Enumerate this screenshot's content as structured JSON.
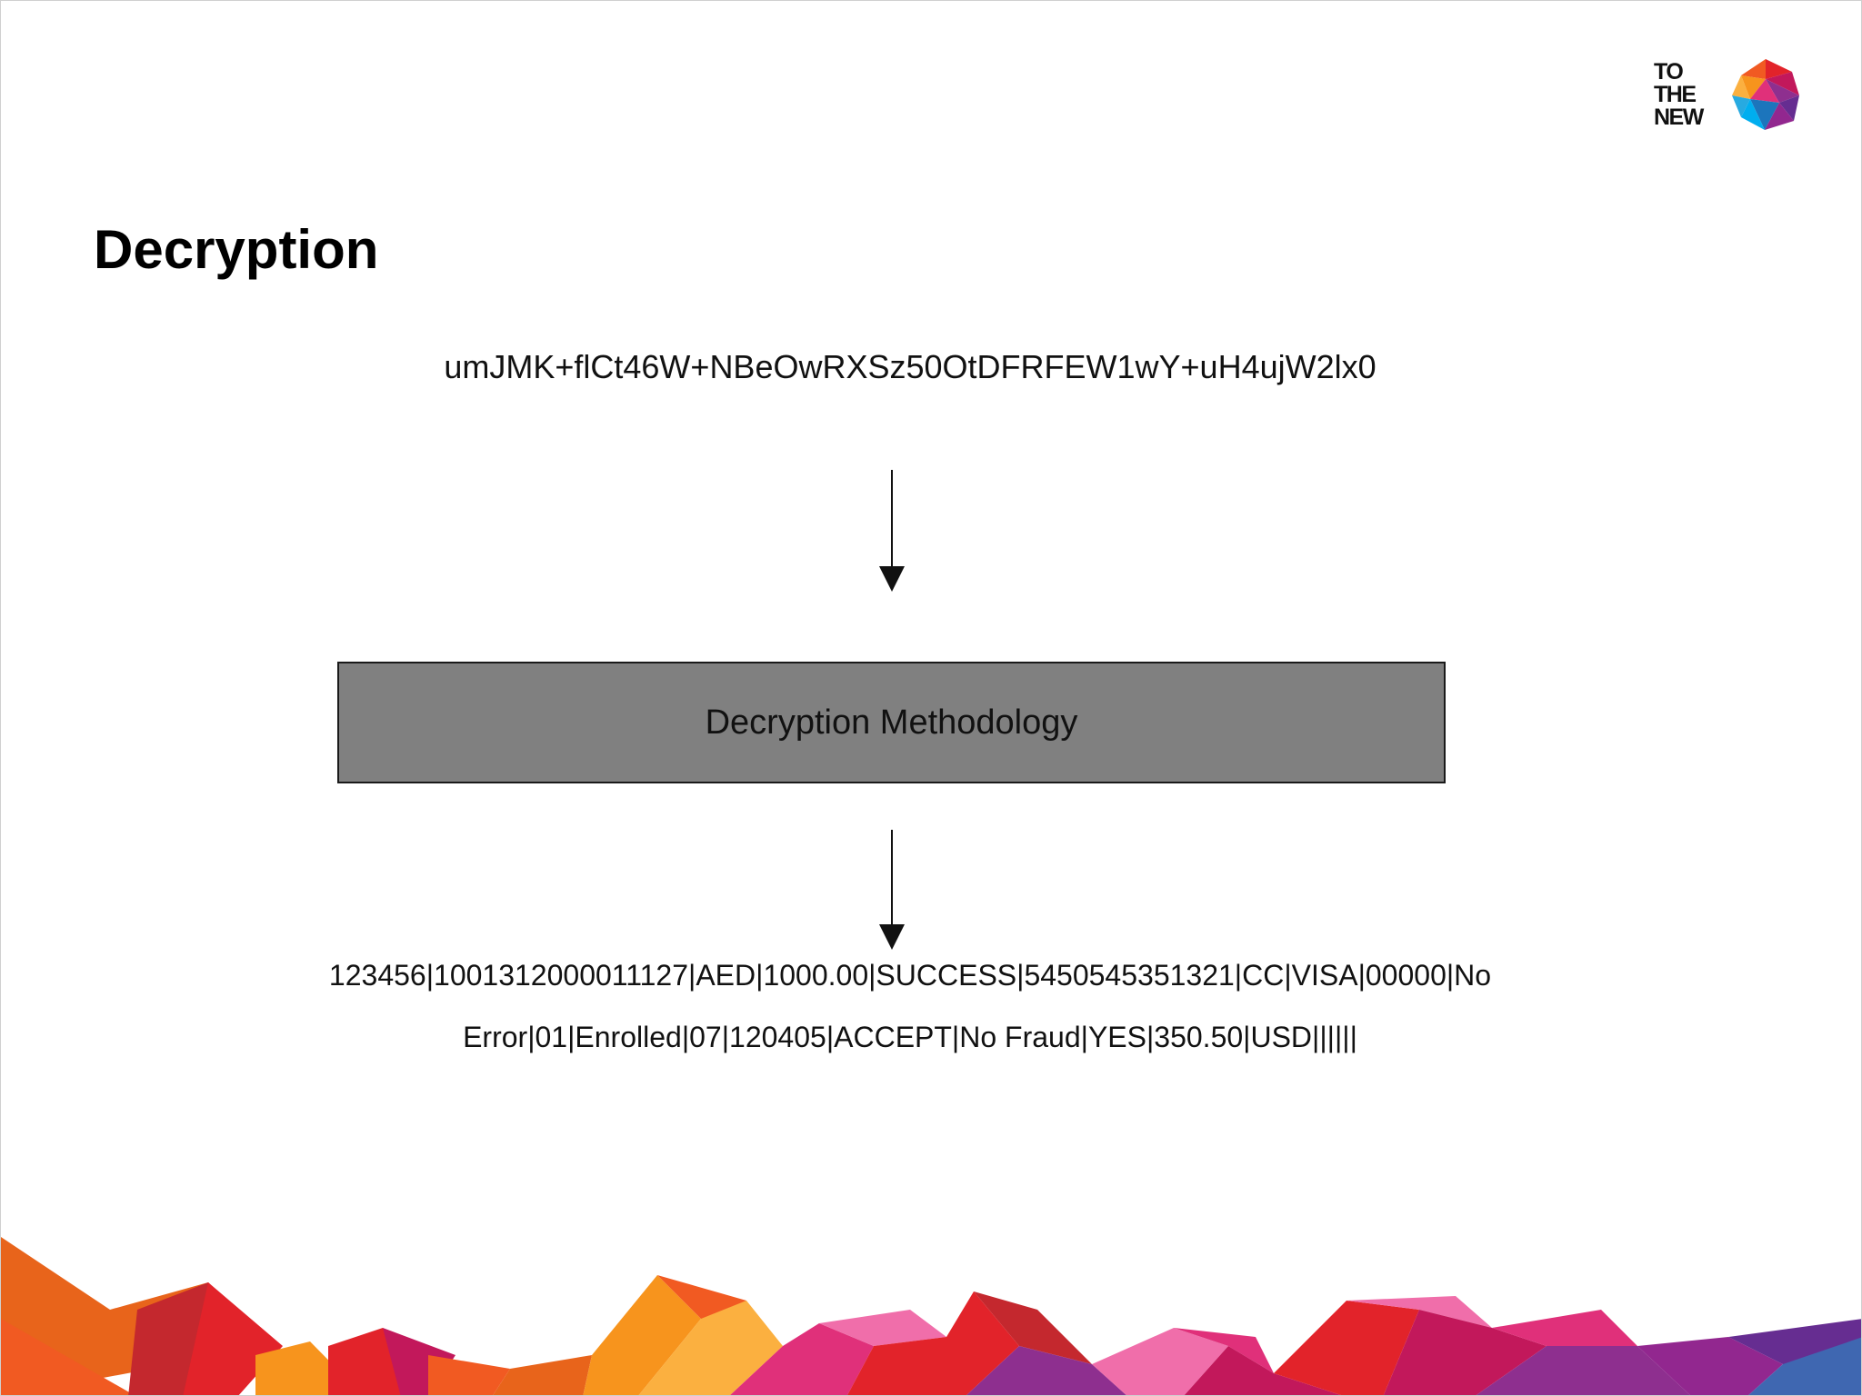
{
  "logo": {
    "lines": [
      "TO",
      "THE",
      "NEW"
    ],
    "icon": "gem-logo-icon"
  },
  "slide": {
    "title": "Decryption",
    "cipher_text": "umJMK+flCt46W+NBeOwRXSz50OtDFRFEW1wY+uH4ujW2lx0",
    "method_label": "Decryption Methodology",
    "plain_text_lines": [
      "123456|1001312000011127|AED|1000.00|SUCCESS|5450545351321|CC|VISA|00000|No",
      "Error|01|Enrolled|07|120405|ACCEPT|No Fraud|YES|350.50|USD||||||"
    ]
  },
  "colors": {
    "box_fill": "#808080",
    "text": "#111111",
    "accent_orange": "#E8641B",
    "accent_red": "#E2232A",
    "accent_pink": "#E0307A",
    "accent_purple": "#8E2F8F",
    "accent_blue": "#3F67B1"
  }
}
